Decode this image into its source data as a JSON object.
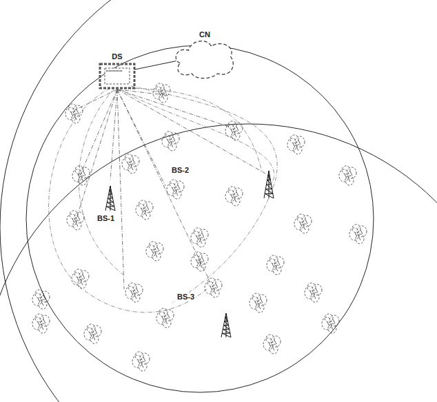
{
  "diagram": {
    "nodes": [
      {
        "text": [
          "DS"
        ]
      },
      {
        "text": [
          "CN"
        ]
      }
    ],
    "edges": [
      {
        "from": 0,
        "to": 1,
        "arrow": "none"
      }
    ],
    "labels": [
      "BS-1",
      "BS-2",
      "BS-3"
    ]
  }
}
